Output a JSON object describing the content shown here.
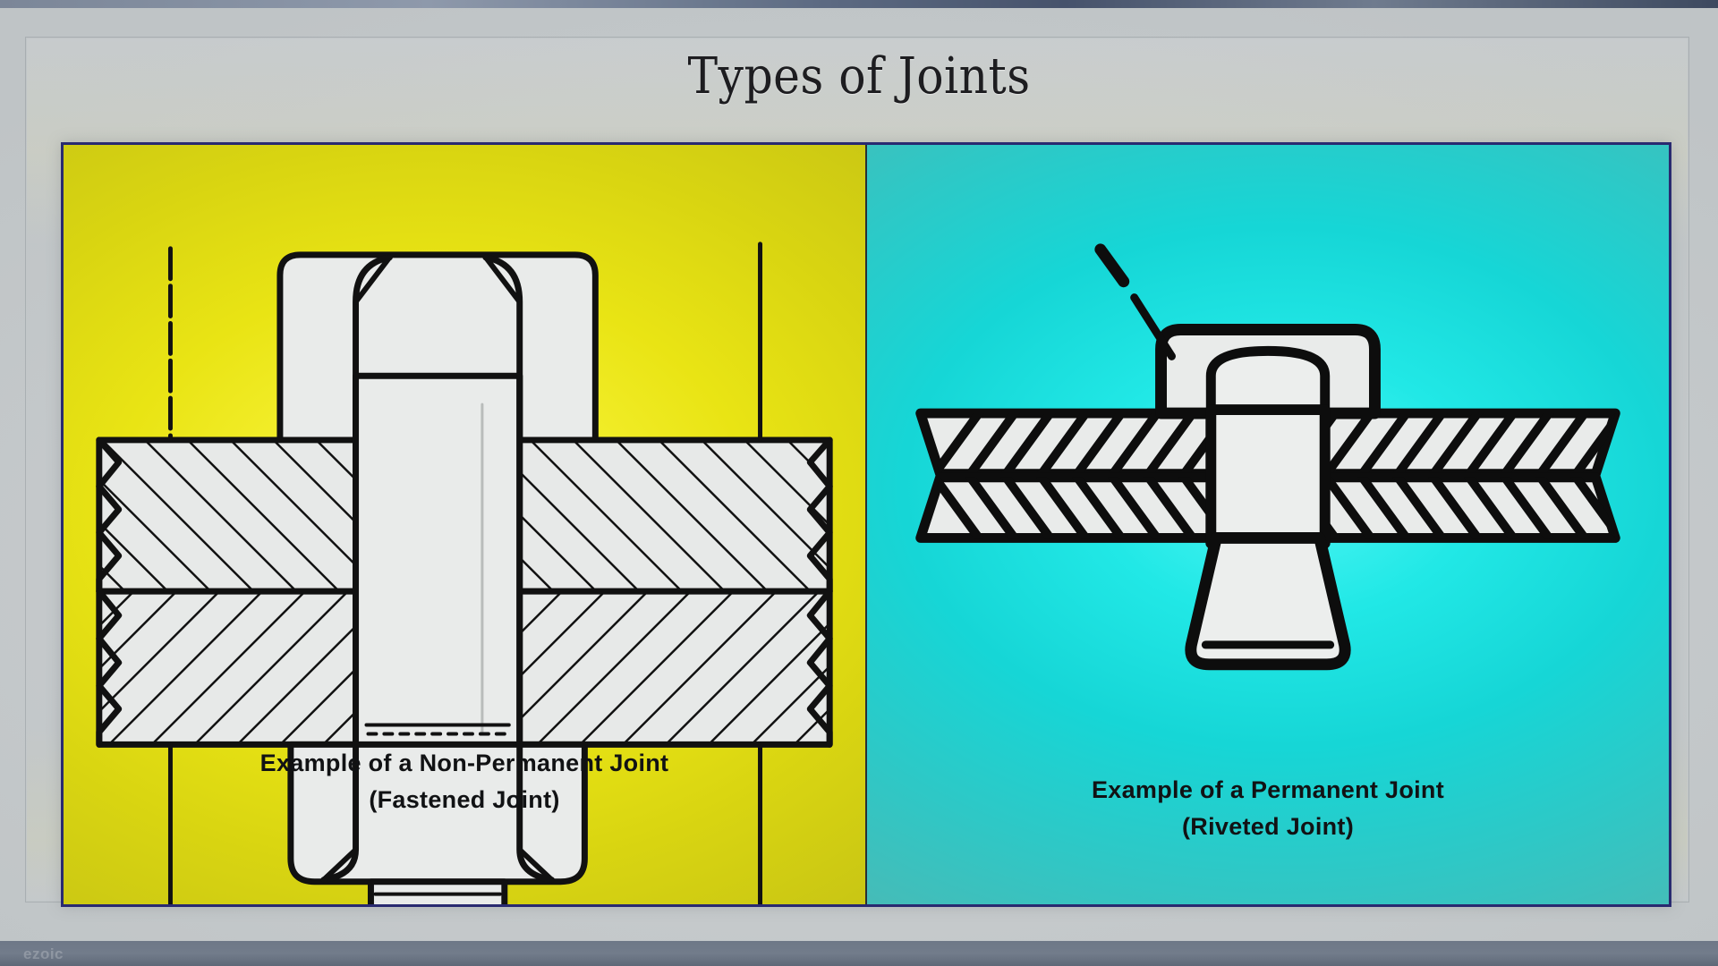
{
  "slide": {
    "title": "Types of Joints",
    "watermark": "ezoic",
    "border_color": "#292a70",
    "background_color": "#c6cacc"
  },
  "panels": [
    {
      "id": "non-permanent",
      "background_color": "#e9e414",
      "accent_name": "yellow",
      "caption_line1": "Example of a Non-Permanent Joint",
      "caption_line2": "(Fastened Joint)",
      "figure": {
        "name": "bolted-joint-diagram",
        "description": "Cross-section of a hex bolt and nut clamping two cross-hatched plates, with two vertical load lines: the left terminating in a solid arrowhead pointing down and the right terminating in a short horizontal datum bar.",
        "components": [
          "hex-bolt-head",
          "upper-hatched-plate",
          "lower-hatched-plate",
          "hex-nut",
          "threaded-bolt-end",
          "load-arrow-left",
          "load-line-right"
        ]
      }
    },
    {
      "id": "permanent",
      "background_color": "#21e8e6",
      "accent_name": "cyan",
      "caption_line1": "Example of a Permanent Joint",
      "caption_line2": "(Riveted Joint)",
      "figure": {
        "name": "riveted-joint-diagram",
        "description": "Cross-section of a round-head rivet through two thin cross-hatched plates, with a tapered driven shank below the plates and a dashed leader line from the rivet head.",
        "components": [
          "rivet-head",
          "upper-hatched-plate",
          "lower-hatched-plate",
          "rivet-shank",
          "upset-tail",
          "leader-line"
        ]
      }
    }
  ]
}
